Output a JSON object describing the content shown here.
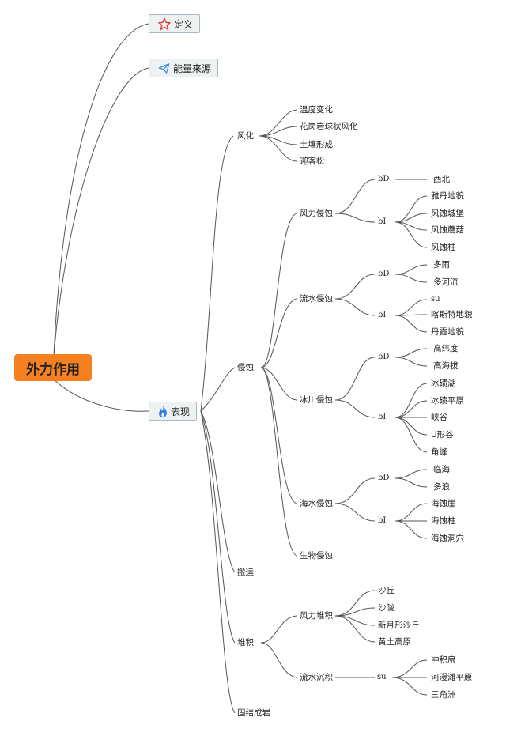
{
  "root": "外力作用",
  "level1": {
    "definition": "定义",
    "energy": "能量来源",
    "manifestation": "表现"
  },
  "weathering": {
    "label": "风化",
    "items": [
      "温度变化",
      "花岗岩球状风化",
      "土壤形成",
      "迎客松"
    ]
  },
  "erosion": {
    "label": "侵蚀",
    "wind": {
      "label": "风力侵蚀",
      "bd": "bD",
      "bd_items": [
        "西北"
      ],
      "bi": "bI",
      "bi_items": [
        "雅丹地貌",
        "风蚀城堡",
        "风蚀蘑菇",
        "风蚀柱"
      ]
    },
    "water": {
      "label": "流水侵蚀",
      "bd": "bD",
      "bd_items": [
        "多雨",
        "多河流"
      ],
      "bi": "bI",
      "bi_items": [
        "su",
        "喀斯特地貌",
        "丹霞地貌"
      ]
    },
    "glacier": {
      "label": "冰川侵蚀",
      "bd": "bD",
      "bd_items": [
        "高纬度",
        "高海拔"
      ],
      "bi": "bI",
      "bi_items": [
        "冰碛湖",
        "冰碛平原",
        "峡谷",
        "U形谷",
        "角峰"
      ]
    },
    "sea": {
      "label": "海水侵蚀",
      "bd": "bD",
      "bd_items": [
        "临海",
        "多浪"
      ],
      "bi": "bI",
      "bi_items": [
        "海蚀崖",
        "海蚀柱",
        "海蚀洞穴"
      ]
    },
    "bio": {
      "label": "生物侵蚀"
    }
  },
  "transport": {
    "label": "搬运"
  },
  "deposition": {
    "label": "堆积",
    "wind": {
      "label": "风力堆积",
      "items": [
        "沙丘",
        "沙陇",
        "新月形沙丘",
        "黄土高原"
      ]
    },
    "water": {
      "label": "流水沉积",
      "su": "su",
      "items": [
        "冲积扇",
        "河漫滩平原",
        "三角洲"
      ]
    }
  },
  "lithification": {
    "label": "固结成岩"
  },
  "colors": {
    "root": "#f5801f",
    "line": "#555555",
    "star": "#e23b3b",
    "plane": "#3a8ee6",
    "flame": "#2d7fe0"
  }
}
